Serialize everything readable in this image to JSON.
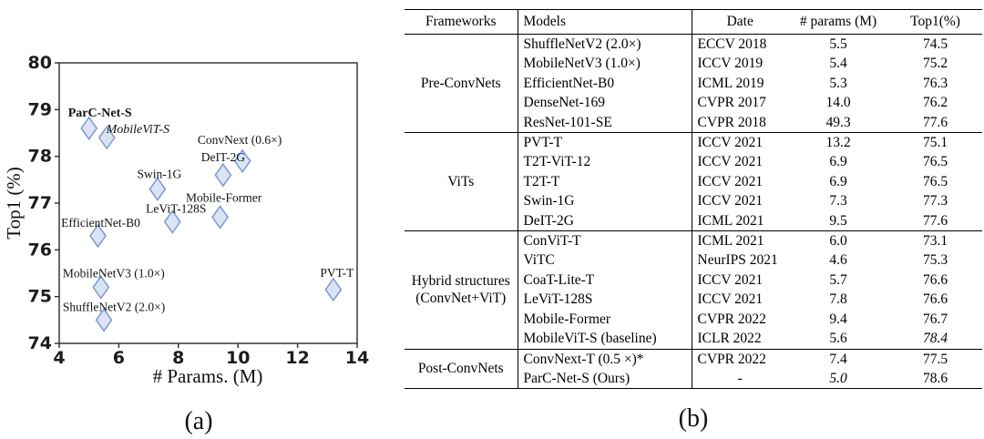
{
  "captions": {
    "a": "(a)",
    "b": "(b)"
  },
  "colors": {
    "marker_fill": "#d9e4f5",
    "marker_stroke": "#7d99d0",
    "axis_color": "#2b2b2b",
    "text_color": "#111111",
    "table_border": "#000000"
  },
  "chart_data": {
    "type": "scatter",
    "title": "",
    "xlabel": "# Params. (M)",
    "ylabel": "Top1 (%)",
    "xlim": [
      4,
      14
    ],
    "ylim": [
      74,
      80
    ],
    "xticks": [
      4,
      6,
      8,
      10,
      12,
      14
    ],
    "yticks": [
      74,
      75,
      76,
      77,
      78,
      79,
      80
    ],
    "grid": false,
    "legend": "none",
    "marker": "diamond",
    "points": [
      {
        "label": "ParC-Net-S",
        "x": 5.0,
        "y": 78.6,
        "style": "bold",
        "dx": 12,
        "dy": -13
      },
      {
        "label": "MobileViT-S",
        "x": 5.6,
        "y": 78.4,
        "style": "italic",
        "dx": 34,
        "dy": -5
      },
      {
        "label": "ConvNext (0.6×)",
        "x": 10.15,
        "y": 77.9,
        "style": "normal",
        "dx": -3,
        "dy": -19
      },
      {
        "label": "DeIT-2G",
        "x": 9.5,
        "y": 77.6,
        "style": "normal",
        "dx": 0,
        "dy": -15
      },
      {
        "label": "Swin-1G",
        "x": 7.3,
        "y": 77.3,
        "style": "normal",
        "dx": 2,
        "dy": -12
      },
      {
        "label": "Mobile-Former",
        "x": 9.4,
        "y": 76.7,
        "style": "normal",
        "dx": 4,
        "dy": -17
      },
      {
        "label": "LeViT-128S",
        "x": 7.8,
        "y": 76.6,
        "style": "normal",
        "dx": 4,
        "dy": -10
      },
      {
        "label": "EfficientNet-B0",
        "x": 5.3,
        "y": 76.3,
        "style": "normal",
        "dx": 3,
        "dy": -10
      },
      {
        "label": "MobileNetV3 (1.0×)",
        "x": 5.4,
        "y": 75.2,
        "style": "normal",
        "dx": 14,
        "dy": -11
      },
      {
        "label": "ShuffleNetV2 (2.0×)",
        "x": 5.5,
        "y": 74.5,
        "style": "normal",
        "dx": 11,
        "dy": -10
      },
      {
        "label": "PVT-T",
        "x": 13.2,
        "y": 75.15,
        "style": "normal",
        "dx": 4,
        "dy": -14
      }
    ]
  },
  "table": {
    "columns": [
      {
        "label": "Frameworks"
      },
      {
        "label": "Models"
      },
      {
        "label": "Date"
      },
      {
        "label": "# params (M)"
      },
      {
        "label": "Top1(%)"
      }
    ],
    "groups": [
      {
        "framework_lines": [
          "Pre-ConvNets"
        ],
        "rows": [
          {
            "model": "ShuffleNetV2 (2.0×)",
            "date": "ECCV 2018",
            "params": "5.5",
            "top1": "74.5"
          },
          {
            "model": "MobileNetV3 (1.0×)",
            "date": "ICCV 2019",
            "params": "5.4",
            "top1": "75.2"
          },
          {
            "model": "EfficientNet-B0",
            "date": "ICML 2019",
            "params": "5.3",
            "top1": "76.3"
          },
          {
            "model": "DenseNet-169",
            "date": "CVPR 2017",
            "params": "14.0",
            "top1": "76.2"
          },
          {
            "model": "ResNet-101-SE",
            "date": "CVPR 2018",
            "params": "49.3",
            "top1": "77.6"
          }
        ]
      },
      {
        "framework_lines": [
          "ViTs"
        ],
        "rows": [
          {
            "model": "PVT-T",
            "date": "ICCV 2021",
            "params": "13.2",
            "top1": "75.1"
          },
          {
            "model": "T2T-ViT-12",
            "date": "ICCV 2021",
            "params": "6.9",
            "top1": "76.5"
          },
          {
            "model": "T2T-T",
            "date": "ICCV 2021",
            "params": "6.9",
            "top1": "76.5"
          },
          {
            "model": "Swin-1G",
            "date": "ICCV 2021",
            "params": "7.3",
            "top1": "77.3"
          },
          {
            "model": "DeIT-2G",
            "date": "ICML 2021",
            "params": "9.5",
            "top1": "77.6"
          }
        ]
      },
      {
        "framework_lines": [
          "Hybrid structures",
          "(ConvNet+ViT)"
        ],
        "rows": [
          {
            "model": "ConViT-T",
            "date": "ICML 2021",
            "params": "6.0",
            "top1": "73.1"
          },
          {
            "model": "ViTC",
            "date": "NeurIPS 2021",
            "params": "4.6",
            "top1": "75.3",
            "params_style": "bold"
          },
          {
            "model": "CoaT-Lite-T",
            "date": "ICCV 2021",
            "params": "5.7",
            "top1": "76.6"
          },
          {
            "model": "LeViT-128S",
            "date": "ICCV 2021",
            "params": "7.8",
            "top1": "76.6"
          },
          {
            "model": "Mobile-Former",
            "date": "CVPR 2022",
            "params": "9.4",
            "top1": "76.7"
          },
          {
            "model": "MobileViT-S (baseline)",
            "date": "ICLR 2022",
            "params": "5.6",
            "top1": "78.4",
            "top1_style": "italic"
          }
        ]
      },
      {
        "framework_lines": [
          "Post-ConvNets"
        ],
        "rows": [
          {
            "model": "ConvNext-T (0.5 ×)*",
            "date": "CVPR 2022",
            "params": "7.4",
            "top1": "77.5"
          },
          {
            "model": "ParC-Net-S  (Ours)",
            "date": "-",
            "params": "5.0",
            "top1": "78.6",
            "params_style": "italic",
            "top1_style": "bold"
          }
        ]
      }
    ]
  }
}
